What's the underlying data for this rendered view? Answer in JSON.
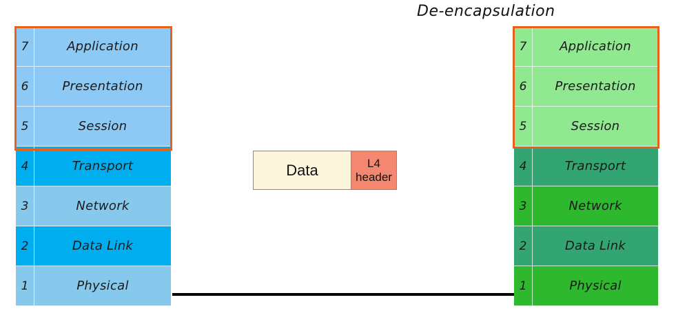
{
  "title": "De-encapsulation",
  "left_stack": {
    "layers": [
      {
        "num": "7",
        "name": "Application",
        "color": "#8ccaf5"
      },
      {
        "num": "6",
        "name": "Presentation",
        "color": "#8ccaf5"
      },
      {
        "num": "5",
        "name": "Session",
        "color": "#8ccaf5"
      },
      {
        "num": "4",
        "name": "Transport",
        "color": "#00aef0"
      },
      {
        "num": "3",
        "name": "Network",
        "color": "#86c9ec"
      },
      {
        "num": "2",
        "name": "Data Link",
        "color": "#00aef0"
      },
      {
        "num": "1",
        "name": "Physical",
        "color": "#86c9ec"
      }
    ]
  },
  "right_stack": {
    "layers": [
      {
        "num": "7",
        "name": "Application",
        "color": "#90e890"
      },
      {
        "num": "6",
        "name": "Presentation",
        "color": "#90e890"
      },
      {
        "num": "5",
        "name": "Session",
        "color": "#90e890"
      },
      {
        "num": "4",
        "name": "Transport",
        "color": "#33a573"
      },
      {
        "num": "3",
        "name": "Network",
        "color": "#2db82d"
      },
      {
        "num": "2",
        "name": "Data Link",
        "color": "#33a573"
      },
      {
        "num": "1",
        "name": "Physical",
        "color": "#2db82d"
      }
    ]
  },
  "packet": {
    "data_label": "Data",
    "header_line1": "L4",
    "header_line2": "header"
  },
  "colors": {
    "highlight_border": "#e8611a",
    "packet_data_bg": "#fdf6dc",
    "packet_header_bg": "#f4876f"
  }
}
